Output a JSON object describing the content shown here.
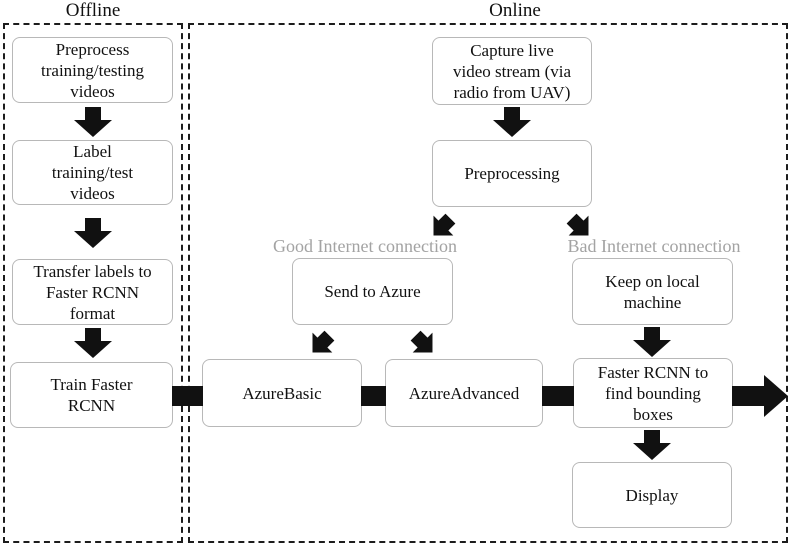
{
  "diagram": {
    "title_offline": "Offline",
    "title_online": "Online",
    "branch_labels": {
      "good": "Good Internet connection",
      "bad": "Bad Internet connection"
    },
    "nodes": {
      "preprocess": "Preprocess\ntraining/testing\nvideos",
      "label_videos": "Label\ntraining/test\nvideos",
      "transfer_labels": "Transfer labels to\nFaster RCNN\nformat",
      "train_rcnn": "Train Faster\nRCNN",
      "capture": "Capture live\nvideo stream (via\nradio from UAV)",
      "preprocessing": "Preprocessing",
      "send_azure": "Send to Azure",
      "keep_local": "Keep on local\nmachine",
      "azure_basic": "AzureBasic",
      "azure_advanced": "AzureAdvanced",
      "faster_rcnn": "Faster RCNN to\nfind bounding\nboxes",
      "display": "Display"
    },
    "colors": {
      "arrow": "#111111",
      "box_border": "#b8b8b8",
      "container_border": "#1c1c1c",
      "branch_label": "#a3a3a3",
      "text": "#111111",
      "background": "#ffffff"
    }
  }
}
